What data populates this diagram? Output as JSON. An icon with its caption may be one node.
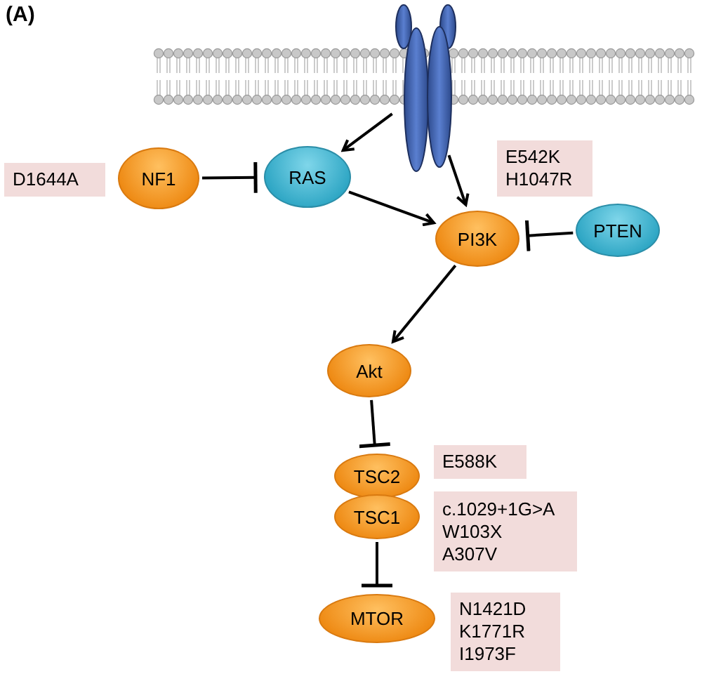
{
  "diagram": {
    "title": "(A)",
    "nodes": [
      {
        "text": [],
        "shape": "picture"
      },
      {
        "text": [
          "NF1"
        ]
      },
      {
        "text": [
          "RAS"
        ]
      },
      {
        "text": [
          "PI3K"
        ]
      },
      {
        "text": [
          "PTEN"
        ]
      },
      {
        "text": [
          "Akt"
        ]
      },
      {
        "text": [
          "TSC2"
        ]
      },
      {
        "text": [
          "TSC1"
        ]
      },
      {
        "text": [
          "MTOR"
        ]
      },
      {
        "text": [
          "D1644A"
        ]
      },
      {
        "text": [
          "E542K",
          "H1047R"
        ]
      },
      {
        "text": [
          "E588K"
        ]
      },
      {
        "text": [
          "c.1029+1G>A",
          "W103X",
          "A307V"
        ]
      },
      {
        "text": [
          "N1421D",
          "K1771R",
          "I1973F"
        ]
      }
    ],
    "edges": [
      {
        "from": 0,
        "to": 2,
        "arrow": "to"
      },
      {
        "from": 0,
        "to": 3,
        "arrow": "to"
      },
      {
        "from": 1,
        "to": 2,
        "arrow": "other"
      },
      {
        "from": 2,
        "to": 3,
        "arrow": "to"
      },
      {
        "from": 4,
        "to": 3,
        "arrow": "other"
      },
      {
        "from": 3,
        "to": 5,
        "arrow": "to"
      },
      {
        "from": 5,
        "to": 6,
        "arrow": "other"
      },
      {
        "from": 7,
        "to": 8,
        "arrow": "other"
      }
    ]
  }
}
